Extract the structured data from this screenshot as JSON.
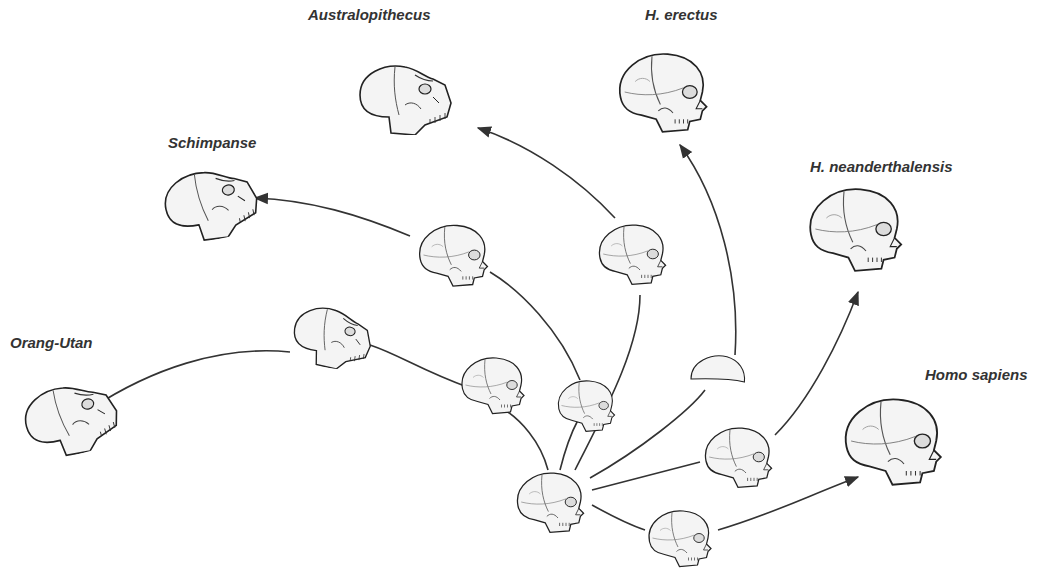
{
  "diagram": {
    "labels": [
      "Australopithecus",
      "H. erectus",
      "Schimpanse",
      "H. neanderthalensis",
      "Orang-Utan",
      "Homo sapiens"
    ]
  }
}
